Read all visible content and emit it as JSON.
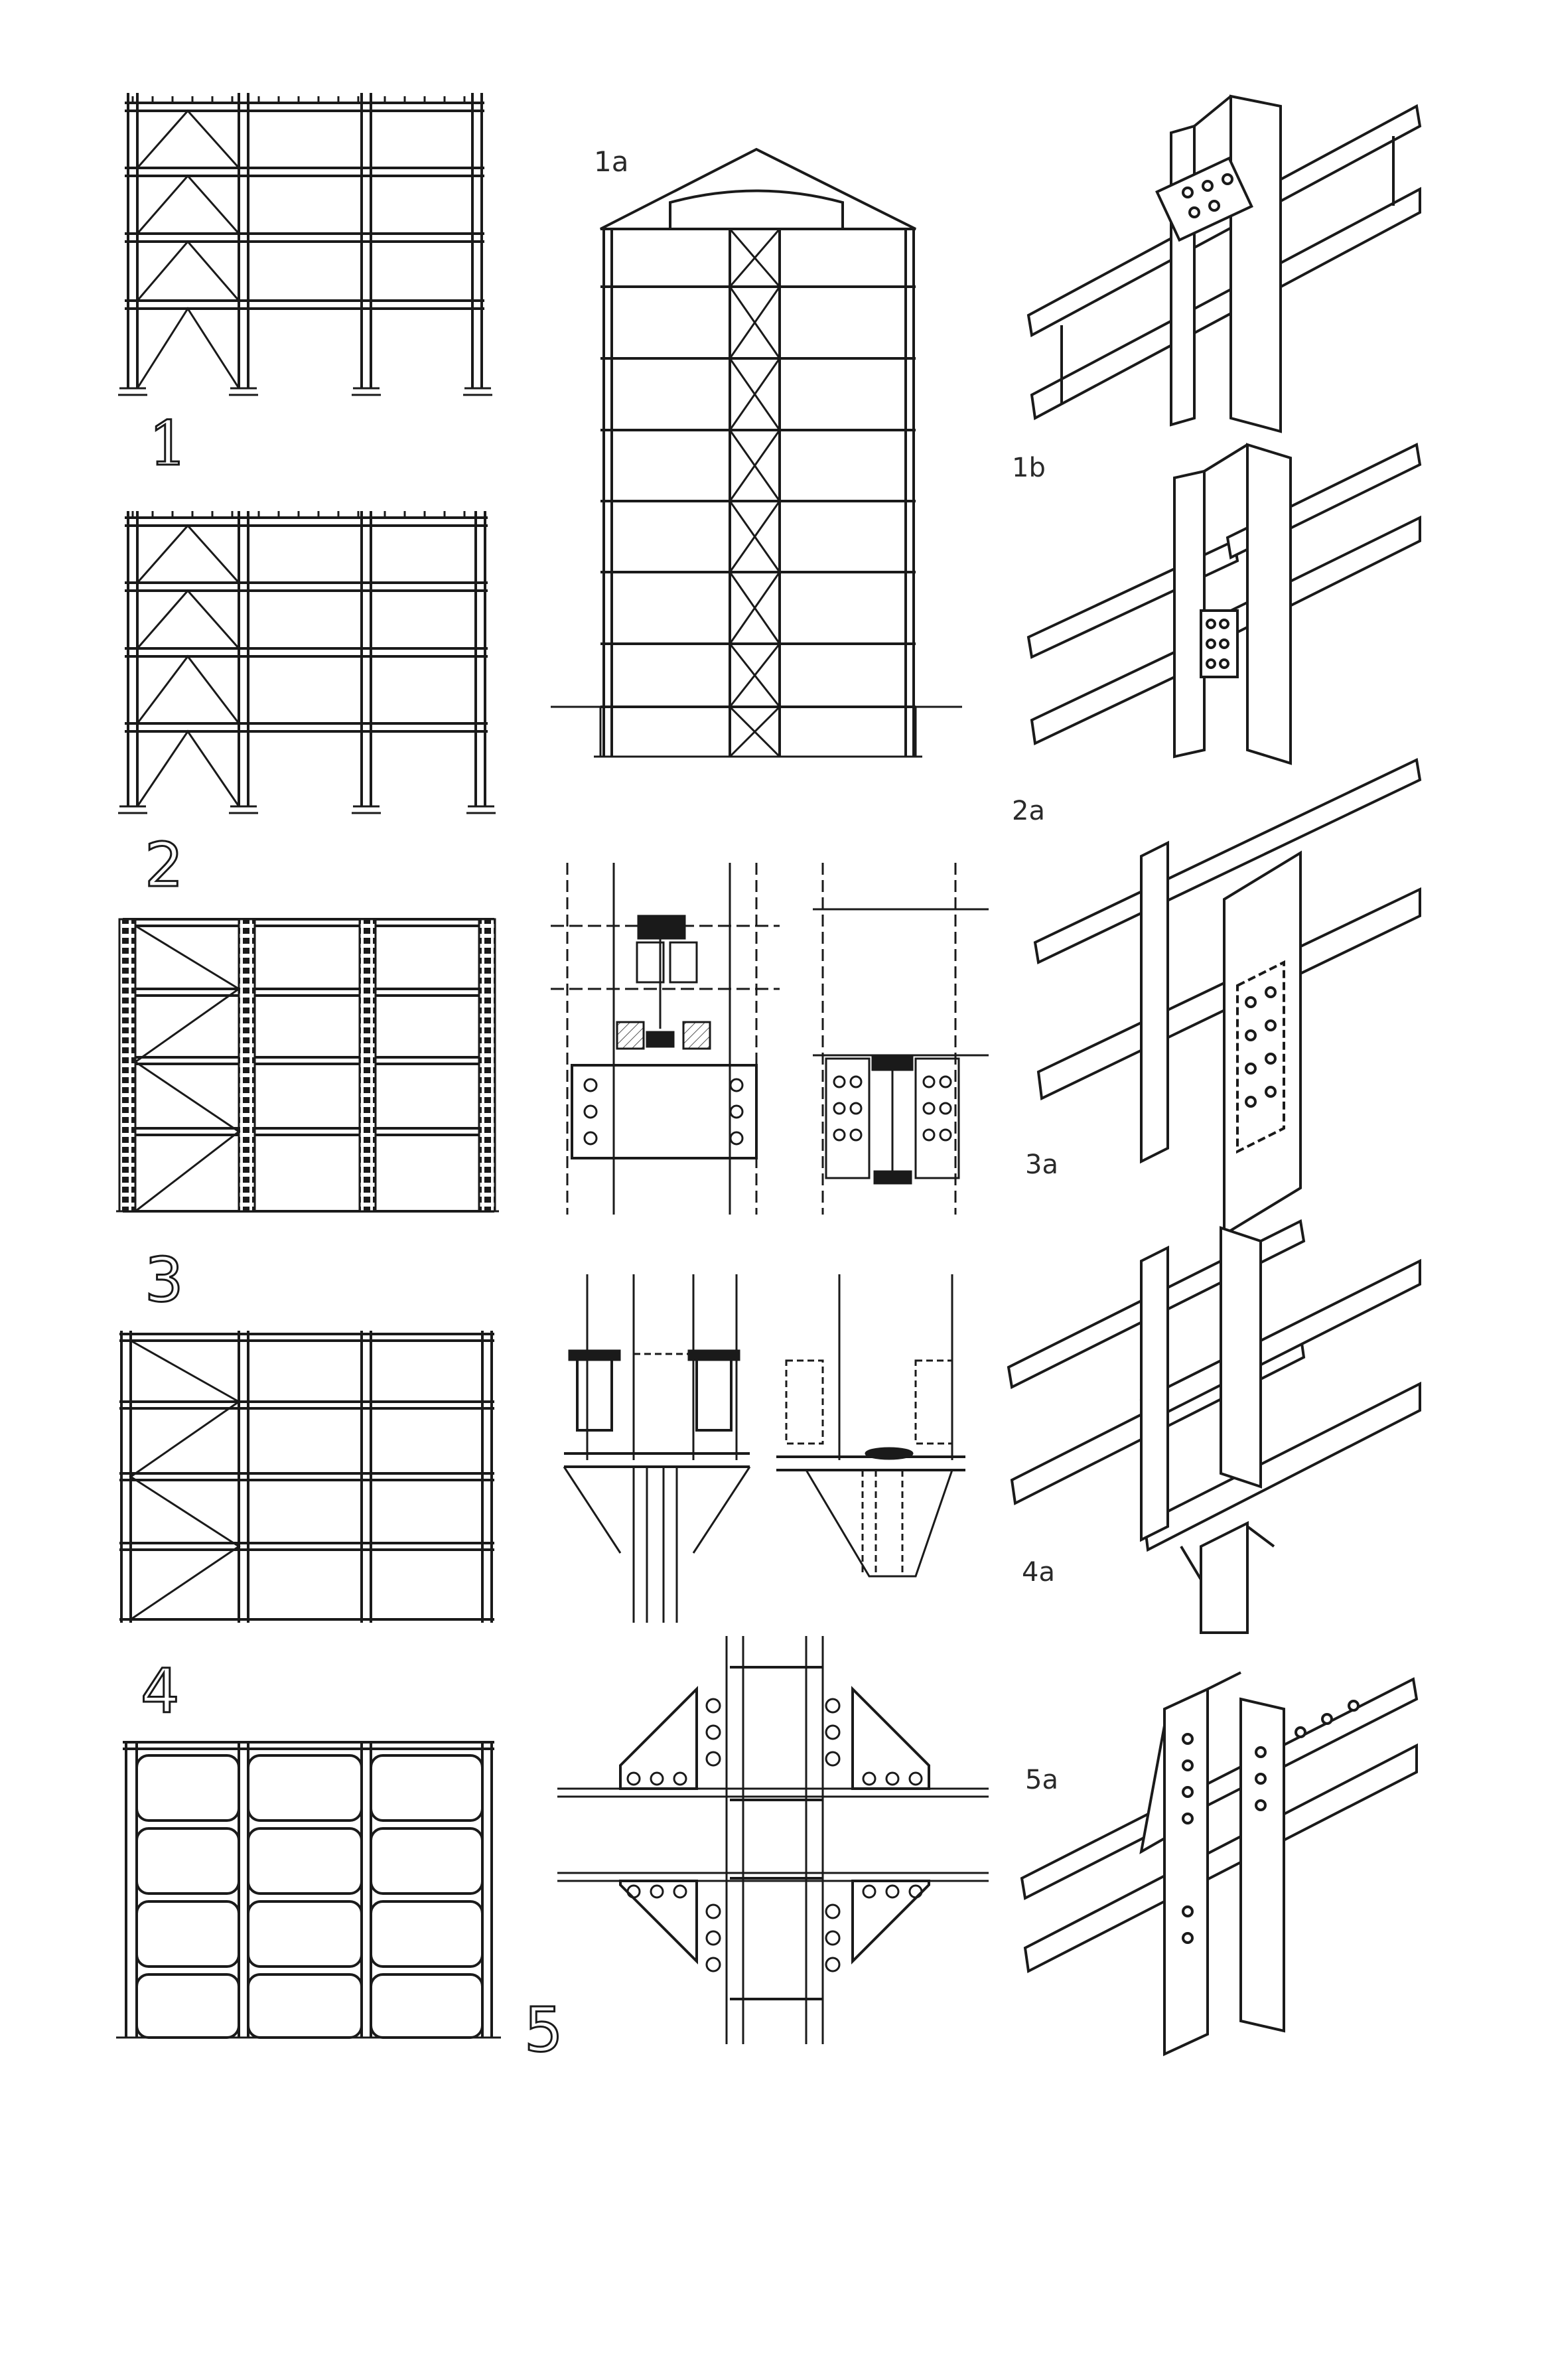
{
  "sheet": {
    "labels": {
      "fig_1": "1",
      "fig_2": "2",
      "fig_3": "3",
      "fig_4": "4",
      "fig_5": "5",
      "fig_1a": "1a",
      "fig_1b": "1b",
      "fig_2a": "2a",
      "fig_3a": "3a",
      "fig_4a": "4a",
      "fig_5a": "5a"
    }
  },
  "colors": {
    "ink": "#1a1a1a",
    "paper": "#ffffff",
    "hatch": "#555555"
  }
}
